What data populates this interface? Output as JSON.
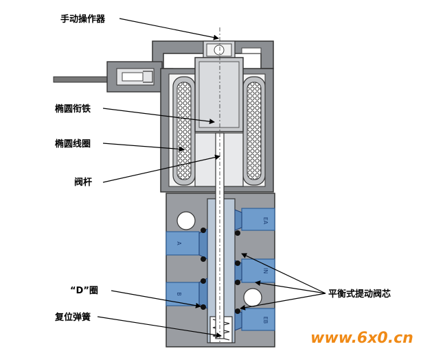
{
  "labels": {
    "manual_operator": "手动操作器",
    "oval_armature": "椭圆衔铁",
    "oval_coil": "椭圆线圈",
    "valve_stem": "阀杆",
    "d_ring": "“D”圈",
    "return_spring": "复位弹簧",
    "balanced_poppet": "平衡式提动阀芯"
  },
  "ports": {
    "ea": "EA",
    "a": "A",
    "in": "IN",
    "b": "B",
    "eb": "EB"
  },
  "watermark": "www.6x0.cn",
  "colors": {
    "body": "#9a9da2",
    "body_dark": "#4a4c50",
    "port_blue": "#6f9ccc",
    "port_blue_dark": "#2f5f96",
    "coil": "#c8c8c8",
    "watermark": "#f08a16"
  }
}
